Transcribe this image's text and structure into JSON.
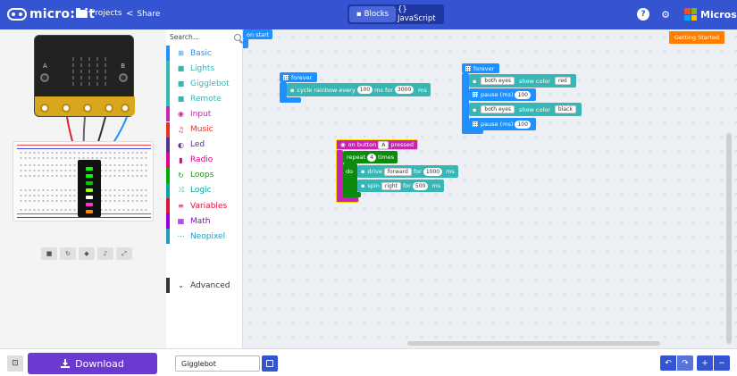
{
  "header": {
    "logo_text": "micro:bit",
    "projects_label": "Projects",
    "share_label": "Share",
    "blocks_label": "Blocks",
    "javascript_label": "{} JavaScript",
    "microsoft_label": "Microsoft"
  },
  "simulator": {
    "button_a": "A",
    "button_b": "B"
  },
  "toolbox": {
    "search_placeholder": "Search...",
    "categories": [
      {
        "label": "Basic",
        "color": "#1e90ff",
        "icon": "⊞"
      },
      {
        "label": "Lights",
        "color": "#36b7b5",
        "icon": "■"
      },
      {
        "label": "Gigglebot",
        "color": "#36b7b5",
        "icon": "■"
      },
      {
        "label": "Remote",
        "color": "#36b7b5",
        "icon": "■"
      },
      {
        "label": "Input",
        "color": "#c724b1",
        "icon": "◉"
      },
      {
        "label": "Music",
        "color": "#e63022",
        "icon": "♫"
      },
      {
        "label": "Led",
        "color": "#5c2d91",
        "icon": "◐"
      },
      {
        "label": "Radio",
        "color": "#e3008c",
        "icon": "▮"
      },
      {
        "label": "Loops",
        "color": "#00aa00",
        "icon": "↻"
      },
      {
        "label": "Logic",
        "color": "#00a4a6",
        "icon": "⤨"
      },
      {
        "label": "Variables",
        "color": "#dc143c",
        "icon": "≡"
      },
      {
        "label": "Math",
        "color": "#9400d3",
        "icon": "▦"
      },
      {
        "label": "Neopixel",
        "color": "#2699bf",
        "icon": "⋯"
      }
    ],
    "advanced_label": "Advanced"
  },
  "workspace": {
    "getting_started": "Getting Started",
    "on_start": "on start",
    "forever_label": "forever",
    "block1": {
      "text1": "cycle rainbow every",
      "val1": "100",
      "text2": "ms for",
      "val2": "3000",
      "text3": "ms"
    },
    "block2": {
      "eyes1": "both eyes",
      "show_color": "show color",
      "color1": "red",
      "pause1": "pause (ms)",
      "pause1_val": "100",
      "eyes2": "both eyes",
      "color2": "black",
      "pause2": "pause (ms)",
      "pause2_val": "100"
    },
    "block3": {
      "on_button": "on button",
      "button": "A",
      "pressed": "pressed",
      "repeat": "repeat",
      "repeat_val": "4",
      "times": "times",
      "do": "do",
      "drive": "drive",
      "drive_dir": "forward",
      "for1": "for",
      "drive_val": "1000",
      "ms1": "ms",
      "spin": "spin",
      "spin_dir": "right",
      "for2": "for",
      "spin_val": "500",
      "ms2": "ms"
    }
  },
  "footer": {
    "download_label": "Download",
    "project_name": "Gigglebot"
  }
}
